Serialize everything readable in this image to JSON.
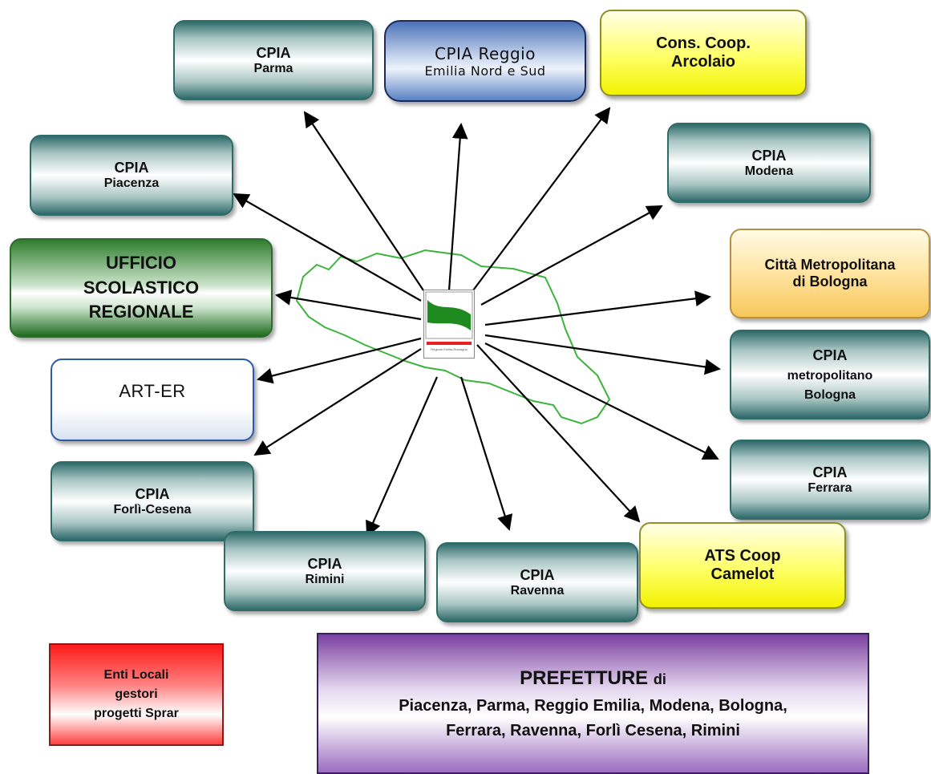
{
  "nodes": {
    "parma": [
      "CPIA",
      "Parma"
    ],
    "reggio": [
      "CPIA Reggio",
      "Emilia Nord e Sud"
    ],
    "arcolaio": [
      "Cons. Coop.",
      "Arcolaio"
    ],
    "piacenza": [
      "CPIA",
      "Piacenza"
    ],
    "modena": [
      "CPIA",
      "Modena"
    ],
    "bologna_metro_city": [
      "Città Metropolitana",
      "di Bologna"
    ],
    "usr": [
      "UFFICIO",
      "SCOLASTICO",
      "REGIONALE"
    ],
    "arter": [
      "ART-ER"
    ],
    "cpia_bologna": [
      "CPIA",
      "metropolitano",
      "Bologna"
    ],
    "forli": [
      "CPIA",
      "Forlì-Cesena"
    ],
    "ferrara": [
      "CPIA",
      "Ferrara"
    ],
    "rimini": [
      "CPIA",
      "Rimini"
    ],
    "ravenna": [
      "CPIA",
      "Ravenna"
    ],
    "camelot": [
      "ATS Coop",
      "Camelot"
    ],
    "enti_locali": [
      "Enti Locali",
      "gestori",
      "progetti Sprar"
    ],
    "prefetture": {
      "title": "PREFETTURE",
      "title_suffix": "di",
      "line1": "Piacenza, Parma, Reggio Emilia, Modena, Bologna,",
      "line2": "Ferrara, Ravenna, Forlì Cesena, Rimini"
    }
  },
  "logo_caption": "Regione Emilia-Romagna",
  "colors": {
    "teal": "#2e6b6a",
    "blue": "#4a72b8",
    "yellow": "#ffff66",
    "orange": "#f7c85a",
    "green": "#2e7d2e",
    "red": "#ff1a1a",
    "purple": "#7b3fa0",
    "region_outline": "#3cb43c"
  }
}
